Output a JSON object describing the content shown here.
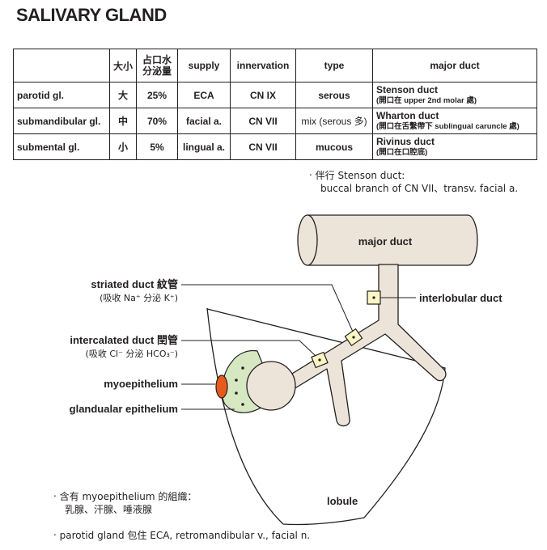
{
  "title": "SALIVARY GLAND",
  "table": {
    "headers": {
      "name": "",
      "size": "大小",
      "water_line1": "占口水",
      "water_line2": "分泌量",
      "supply": "supply",
      "innervation": "innervation",
      "type": "type",
      "major_duct": "major duct"
    },
    "rows": [
      {
        "name": "parotid gl.",
        "size": "大",
        "water": "25%",
        "supply": "ECA",
        "innervation": "CN IX",
        "type": "serous",
        "duct": "Stenson duct",
        "duct_note": "(開口在 upper 2nd molar 處)"
      },
      {
        "name": "submandibular gl.",
        "size": "中",
        "water": "70%",
        "supply": "facial a.",
        "innervation": "CN VII",
        "type": "mix (serous 多)",
        "duct": "Wharton duct",
        "duct_note": "(開口在舌繫帶下 sublingual caruncle 處)"
      },
      {
        "name": "submental gl.",
        "size": "小",
        "water": "5%",
        "supply": "lingual a.",
        "innervation": "CN VII",
        "type": "mucous",
        "duct": "Rivinus duct",
        "duct_note": "(開口在口腔底)"
      }
    ]
  },
  "notes": {
    "stenson_line1": "‧ 伴行 Stenson duct:",
    "stenson_line2": "buccal branch of CN VII、transv. facial a.",
    "myo_line1": "‧ 含有 myoepithelium 的組織：",
    "myo_line2": "乳腺、汗腺、唾液腺",
    "parotid": "‧ parotid gland 包住 ECA, retromandibular v., facial n."
  },
  "diagram": {
    "major_duct": "major duct",
    "interlobular_duct": "interlobular duct",
    "striated_duct": "striated duct 紋管",
    "striated_sub": "(吸收 Na⁺ 分泌 K⁺)",
    "intercalated_duct": "intercalated duct 閏管",
    "intercalated_sub": "(吸收 Cl⁻ 分泌 HCO₃⁻)",
    "myoepithelium": "myoepithelium",
    "glandular_epithelium": "glandualar epithelium",
    "lobule": "lobule"
  },
  "colors": {
    "duct_fill": "#ede4d9",
    "cell_green": "#d6e8c2",
    "cell_yellow": "#fbf5c4",
    "myoepithelium_red": "#e85a1c"
  }
}
